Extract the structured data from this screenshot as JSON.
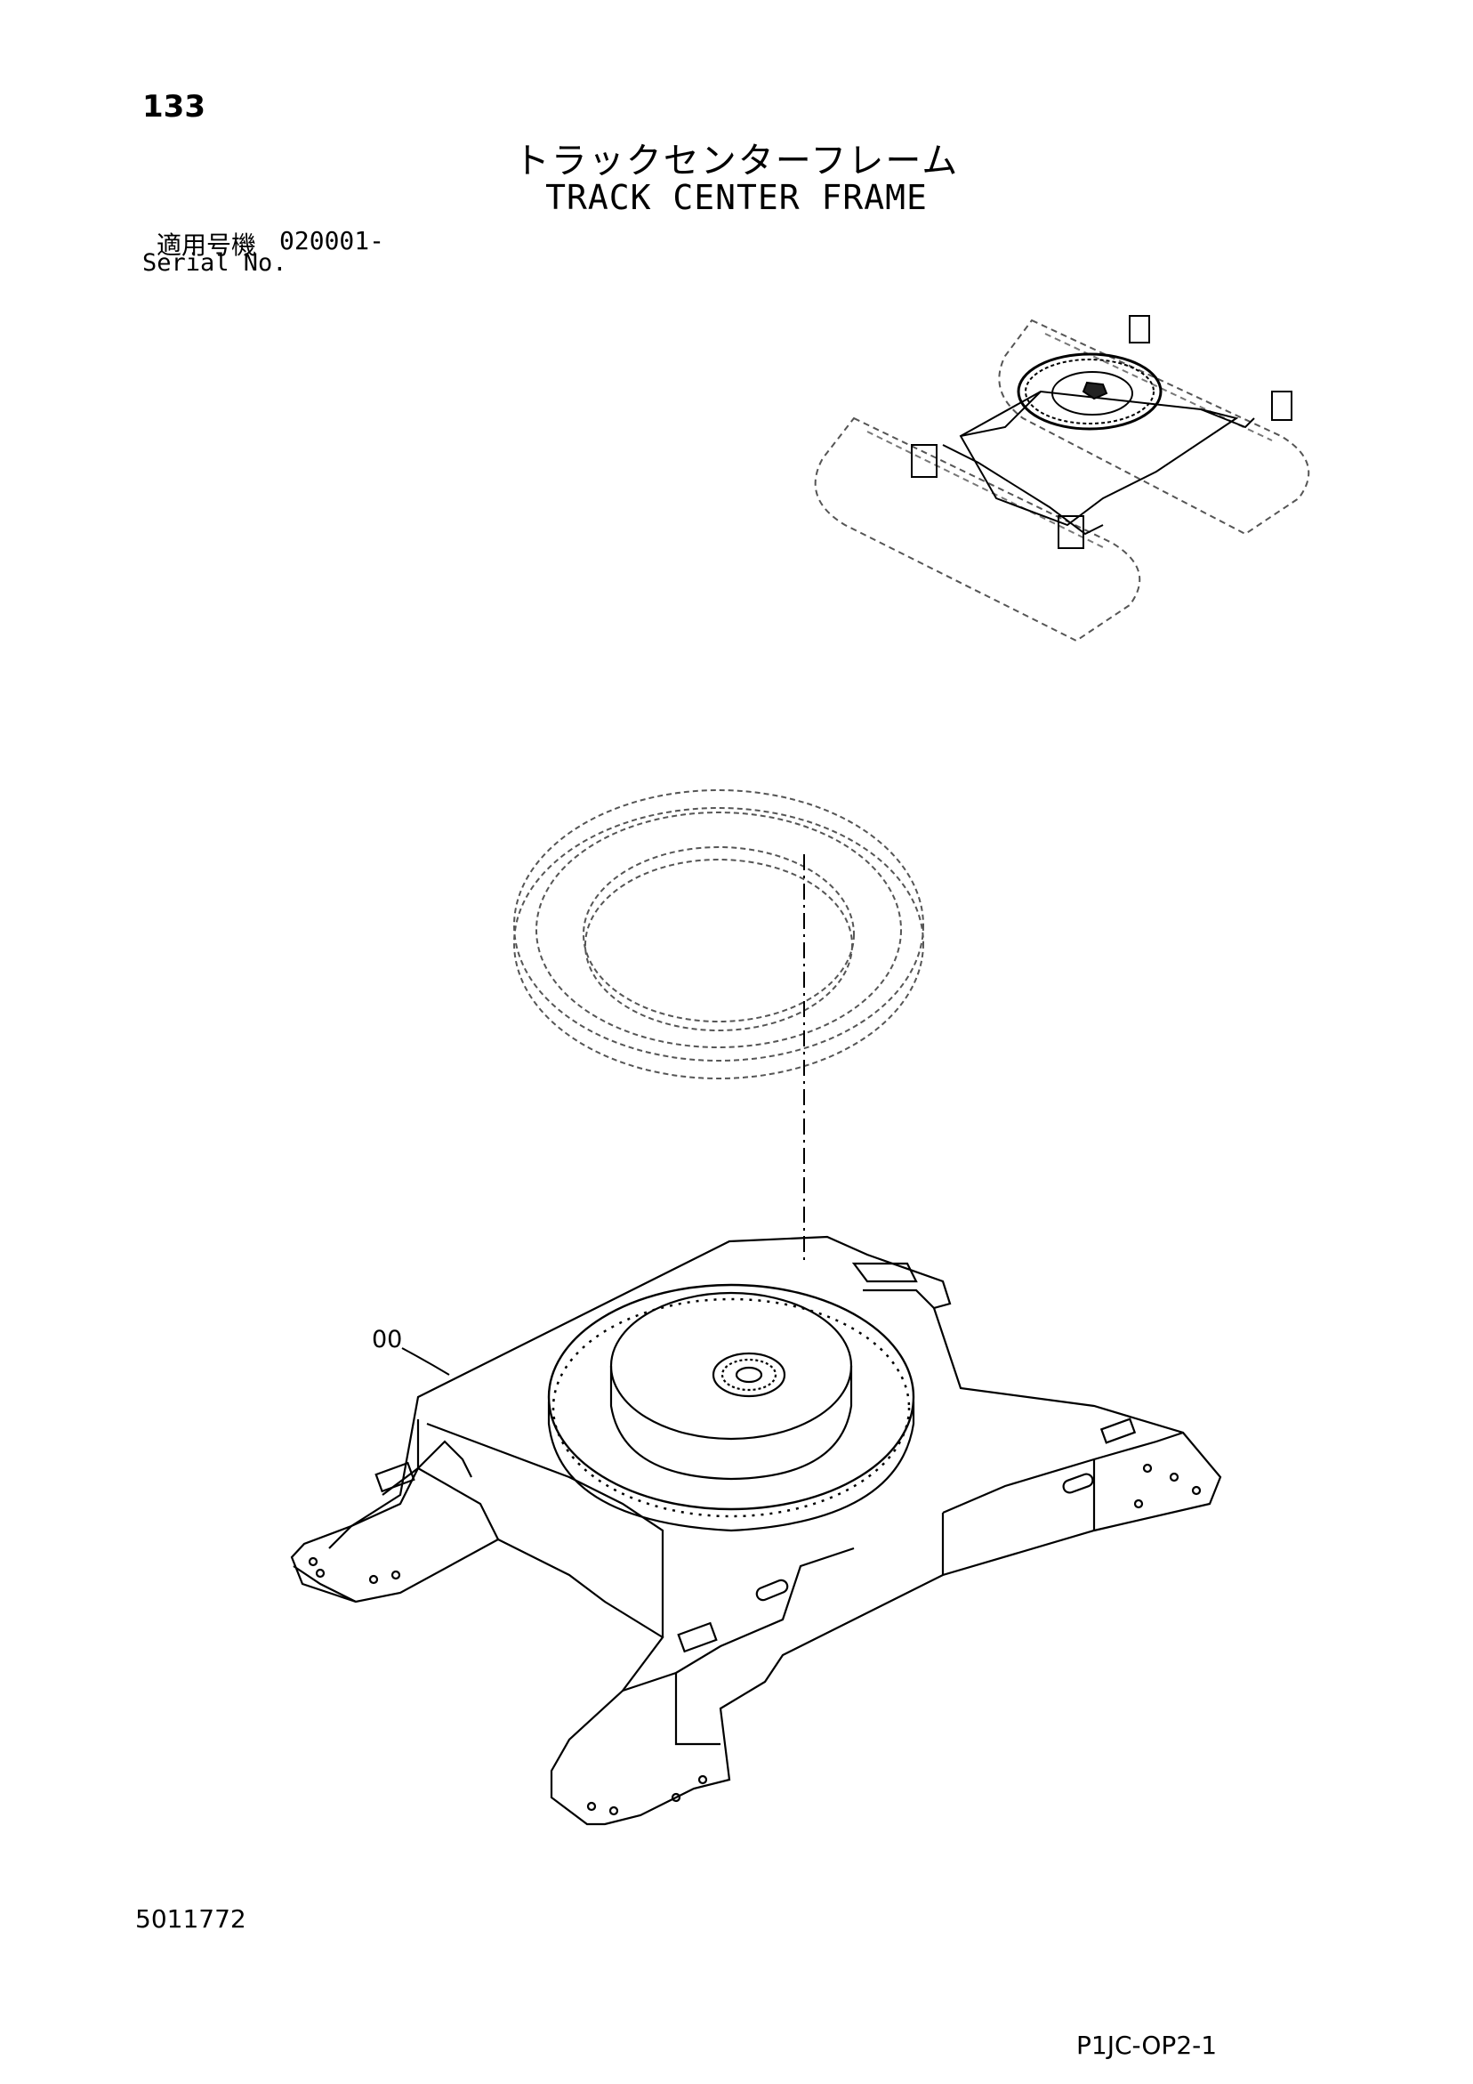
{
  "page_number": "133",
  "title_jp": "トラックセンターフレーム",
  "title_en": "TRACK CENTER FRAME",
  "serial": {
    "label_jp": "適用号機",
    "value": "020001-",
    "label_en": "Serial No."
  },
  "part_label": "00",
  "doc_number": "5011772",
  "drawing_code": "P1JC-OP2-1"
}
